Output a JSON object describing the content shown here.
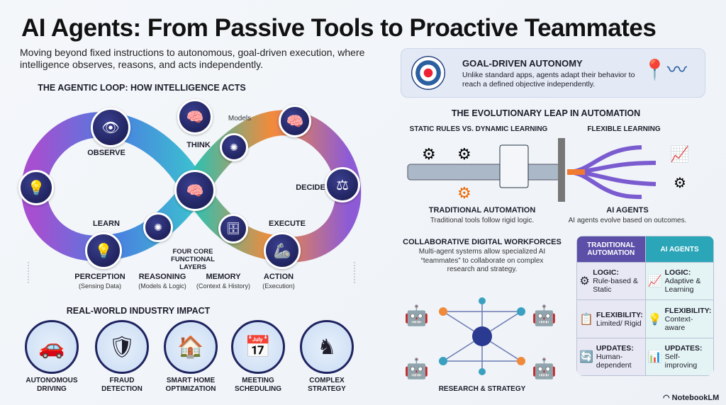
{
  "title": "AI Agents: From Passive Tools to Proactive Teammates",
  "subtitle": "Moving beyond fixed instructions to autonomous, goal-driven execution, where intelligence observes, reasons, and acts independently.",
  "loop": {
    "heading": "THE AGENTIC LOOP: HOW INTELLIGENCE ACTS",
    "stages": {
      "observe": "OBSERVE",
      "think": "THINK",
      "decide": "DECIDE",
      "learn": "LEARN",
      "execute": "EXECUTE"
    },
    "models_label": "Models",
    "center_label": "FOUR CORE FUNCTIONAL LAYERS",
    "layers": [
      {
        "name": "PERCEPTION",
        "desc": "(Sensing Data)"
      },
      {
        "name": "REASONING",
        "desc": "(Models & Logic)"
      },
      {
        "name": "MEMORY",
        "desc": "(Context & History)"
      },
      {
        "name": "ACTION",
        "desc": "(Execution)"
      }
    ]
  },
  "impact": {
    "heading": "REAL-WORLD INDUSTRY IMPACT",
    "items": [
      {
        "l1": "AUTONOMOUS",
        "l2": "DRIVING",
        "icon": "🚗"
      },
      {
        "l1": "FRAUD",
        "l2": "DETECTION",
        "icon": "🛡"
      },
      {
        "l1": "SMART HOME",
        "l2": "OPTIMIZATION",
        "icon": "🏠"
      },
      {
        "l1": "MEETING",
        "l2": "SCHEDULING",
        "icon": "📅"
      },
      {
        "l1": "COMPLEX",
        "l2": "STRATEGY",
        "icon": "♞"
      }
    ]
  },
  "goal": {
    "title": "GOAL-DRIVEN AUTONOMY",
    "text": "Unlike standard apps, agents adapt their behavior to reach a defined objective independently."
  },
  "evolution": {
    "heading": "THE EVOLUTIONARY LEAP IN AUTOMATION",
    "left_heading": "STATIC RULES VS. DYNAMIC LEARNING",
    "right_heading": "FLEXIBLE LEARNING",
    "left_title": "TRADITIONAL AUTOMATION",
    "left_text": "Traditional tools follow rigid logic.",
    "right_title": "AI AGENTS",
    "right_text": "AI agents evolve based on outcomes."
  },
  "collab": {
    "heading": "COLLABORATIVE DIGITAL WORKFORCES",
    "text": "Multi-agent systems allow specialized AI “teammates” to collaborate on complex research and strategy.",
    "footer": "RESEARCH & STRATEGY"
  },
  "comparison": {
    "headers": [
      "TRADITIONAL AUTOMATION",
      "AI AGENTS"
    ],
    "rows": [
      [
        {
          "k": "LOGIC:",
          "v": "Rule-based & Static",
          "icon": "⚙"
        },
        {
          "k": "LOGIC:",
          "v": "Adaptive & Learning",
          "icon": "📈"
        }
      ],
      [
        {
          "k": "FLEXIBILITY:",
          "v": "Limited/ Rigid",
          "icon": "📋"
        },
        {
          "k": "FLEXIBILITY:",
          "v": "Context-aware",
          "icon": "💡"
        }
      ],
      [
        {
          "k": "UPDATES:",
          "v": "Human-dependent",
          "icon": "🔄"
        },
        {
          "k": "UPDATES:",
          "v": "Self-improving",
          "icon": "📊"
        }
      ]
    ],
    "colors": {
      "left": "#5b4fa8",
      "right": "#2aa6b8"
    }
  },
  "brand": "NotebookLM"
}
